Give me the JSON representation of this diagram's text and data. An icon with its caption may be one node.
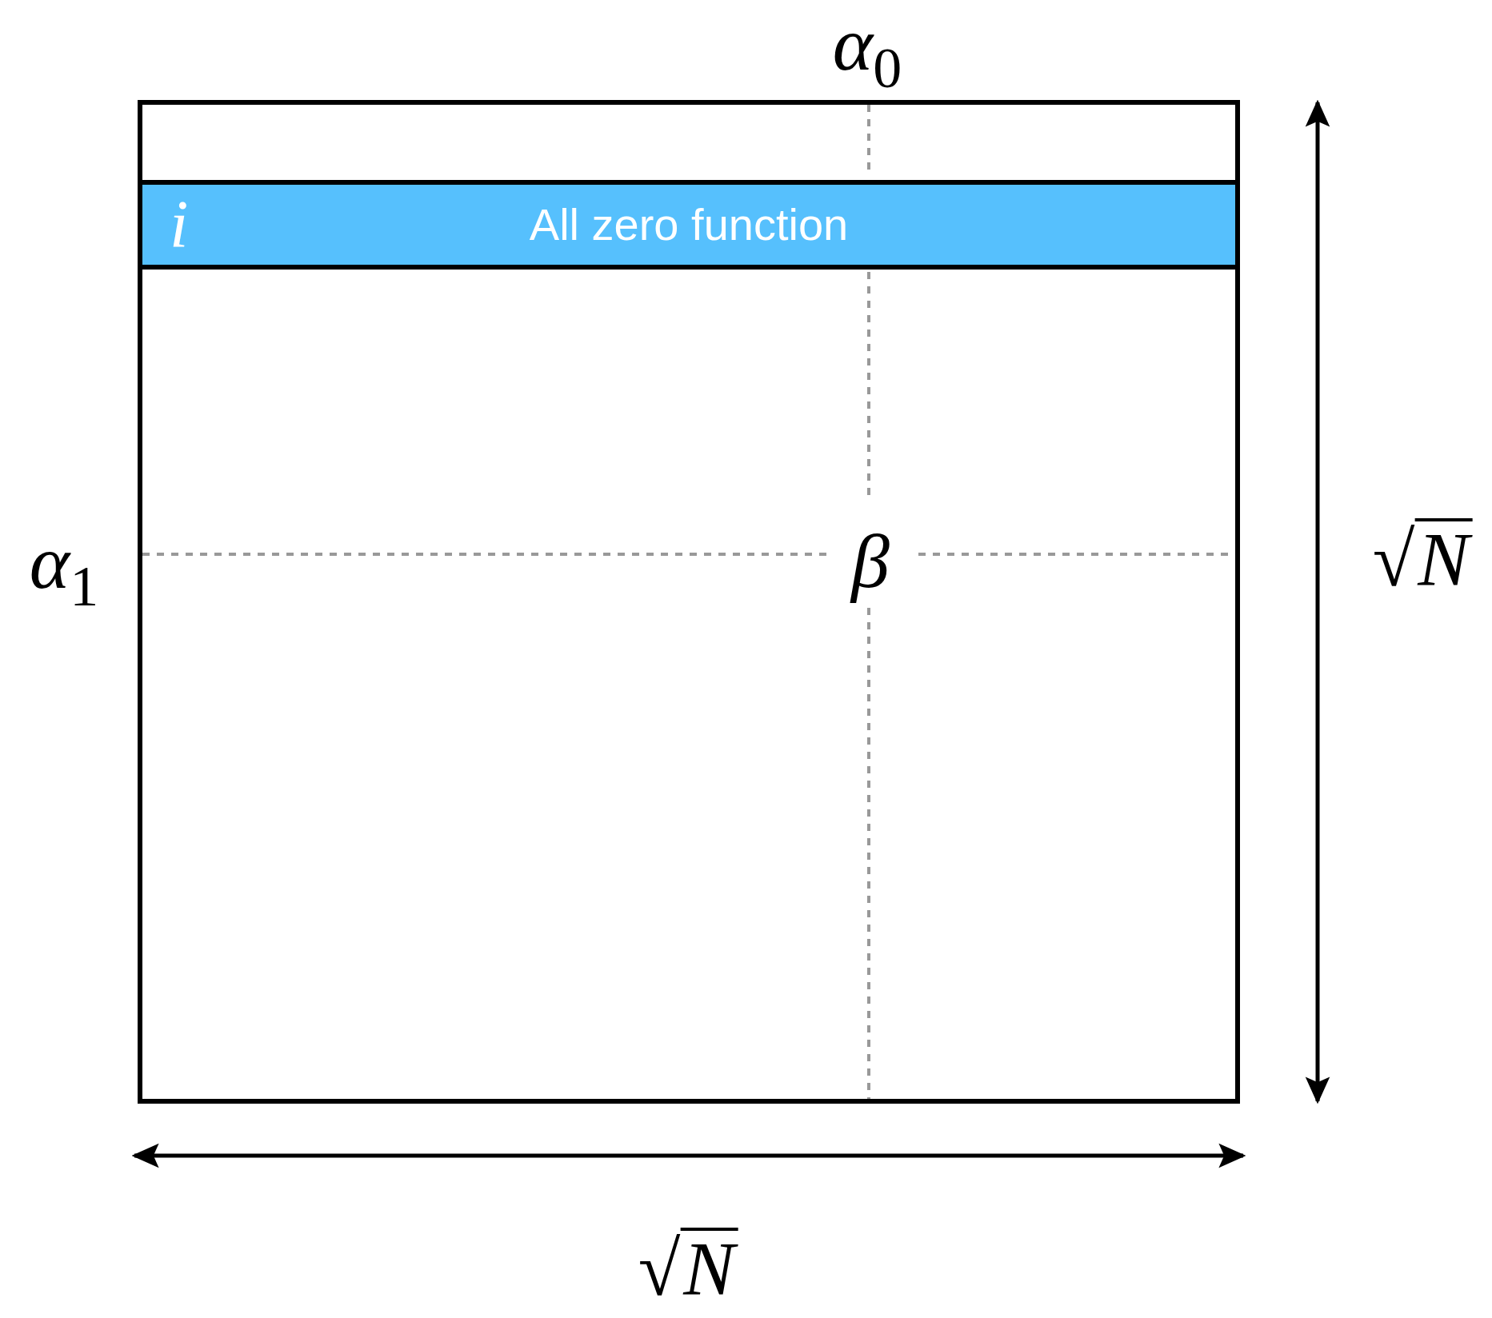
{
  "diagram": {
    "nodes": [
      {
        "text": [],
        "shape": "box"
      },
      {
        "text": [
          "i",
          "All zero function"
        ],
        "in": 0
      }
    ],
    "labels": [
      "*α*$_{0}$",
      "*α*$_{1}$",
      "*β*",
      "√*N*",
      "√*N*"
    ]
  }
}
